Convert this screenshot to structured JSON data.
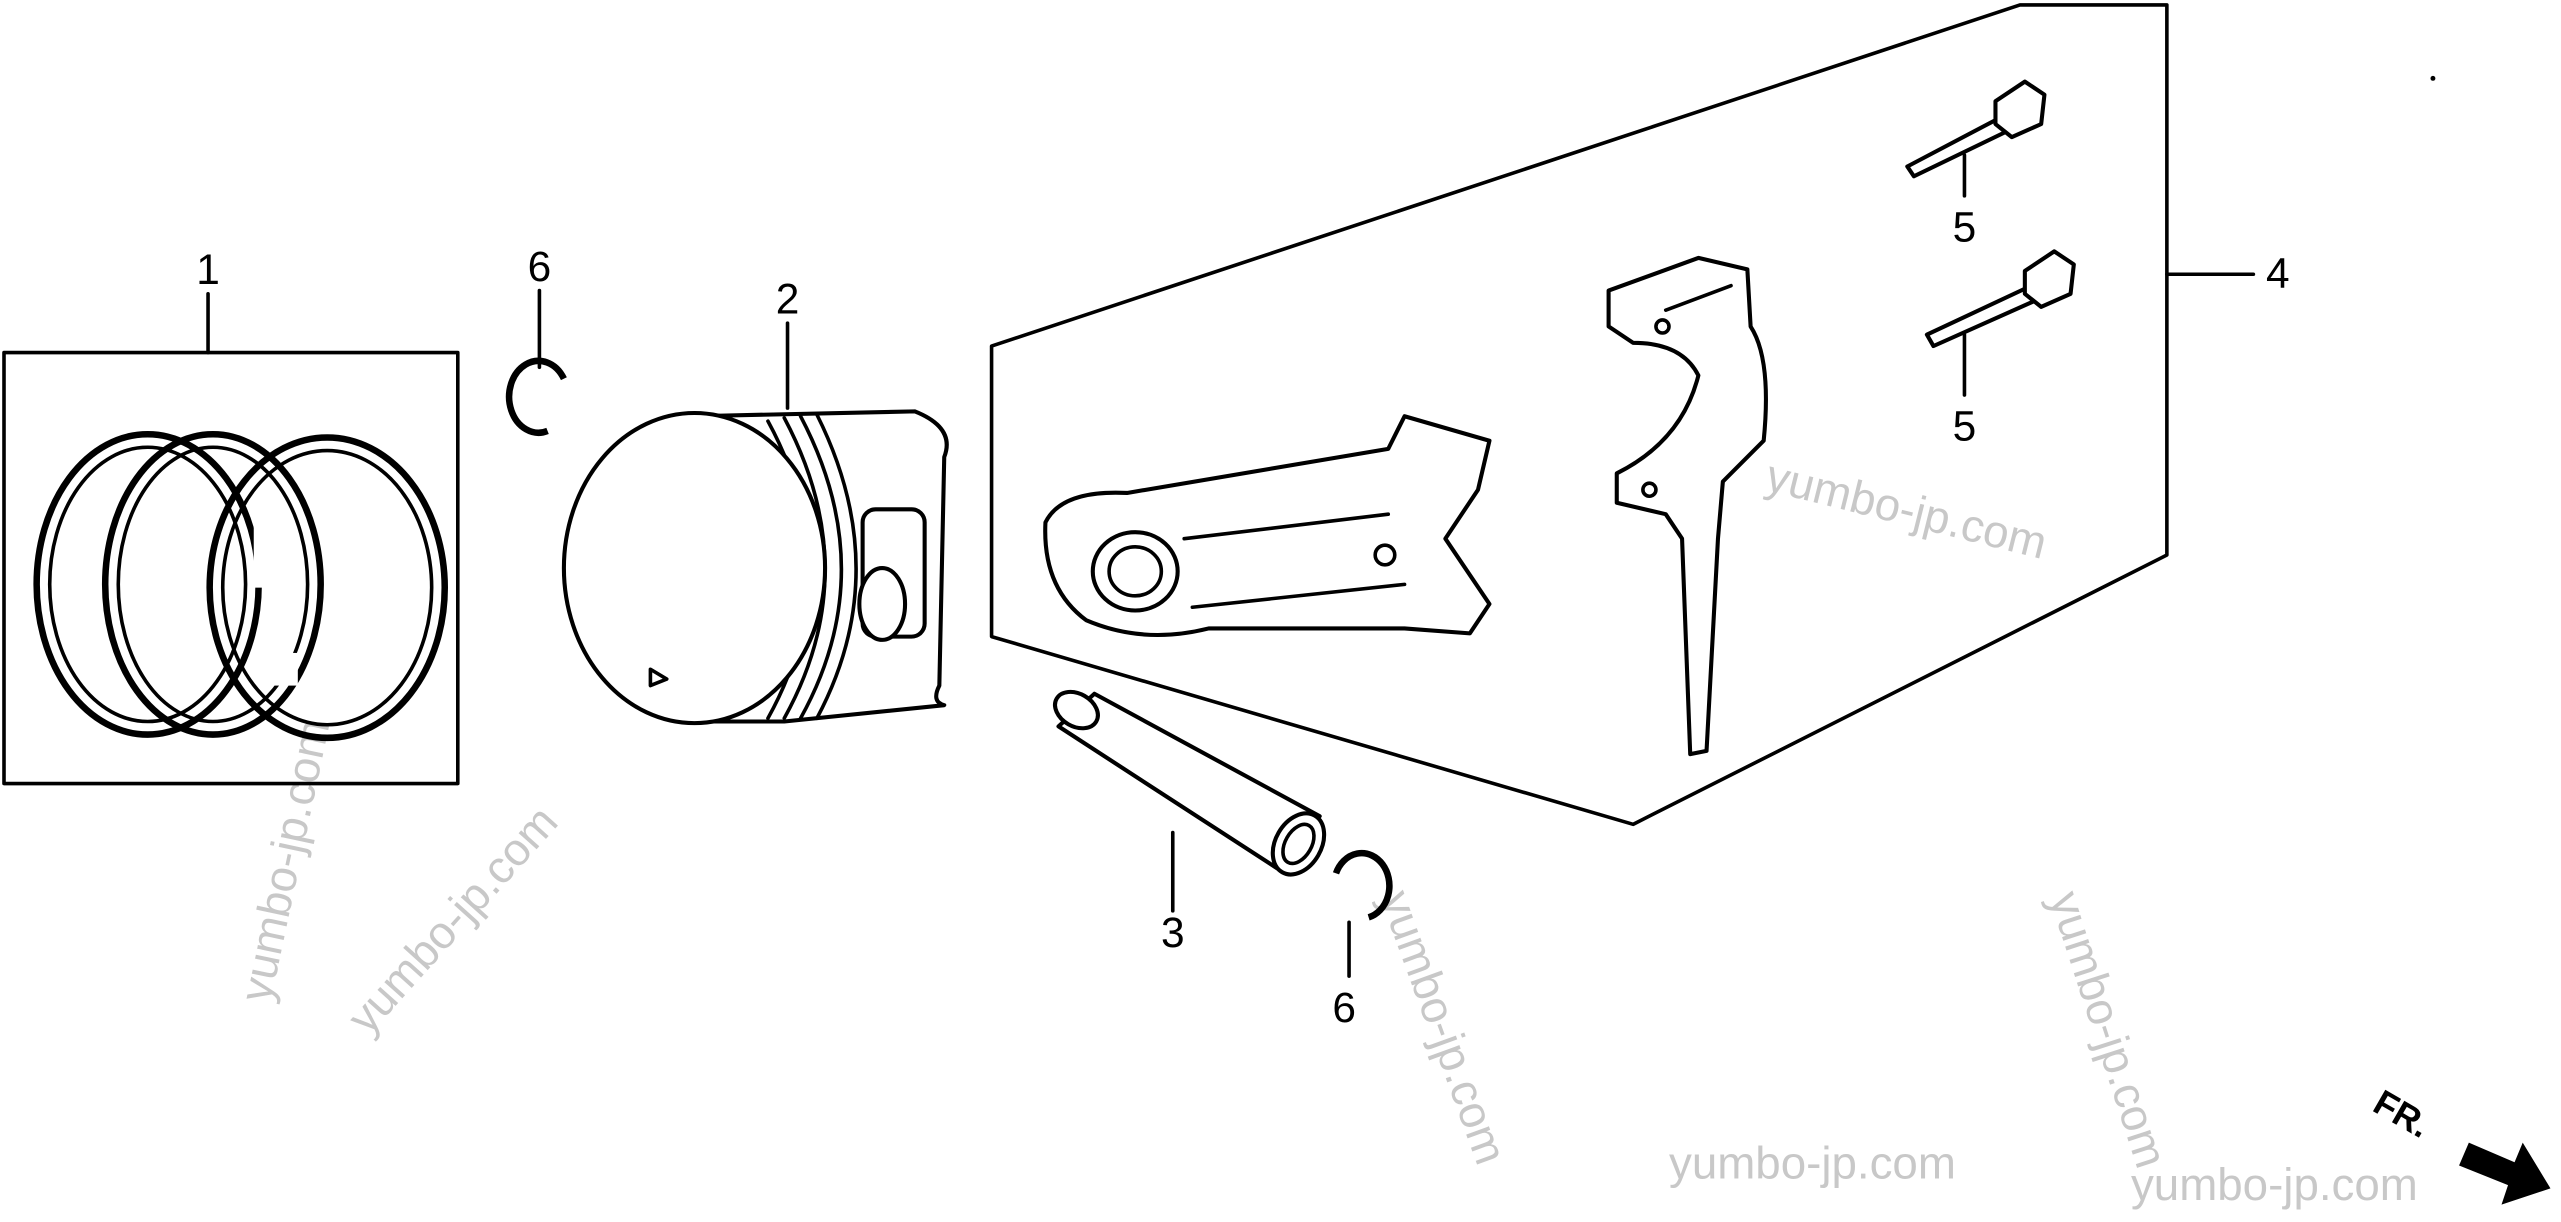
{
  "diagram": {
    "callouts": {
      "piston_rings": "1",
      "piston": "2",
      "piston_pin": "3",
      "connecting_rod_set": "4",
      "bolt_upper": "5",
      "bolt_lower": "5",
      "clip_left": "6",
      "clip_right": "6"
    },
    "front_arrow_label": "FR.",
    "watermarks": [
      "yumbo-jp.com",
      "yumbo-jp.com",
      "yumbo-jp.com",
      "yumbo-jp.com",
      "yumbo-jp.com",
      "yumbo-jp.com",
      "yumbo-jp.com"
    ]
  }
}
